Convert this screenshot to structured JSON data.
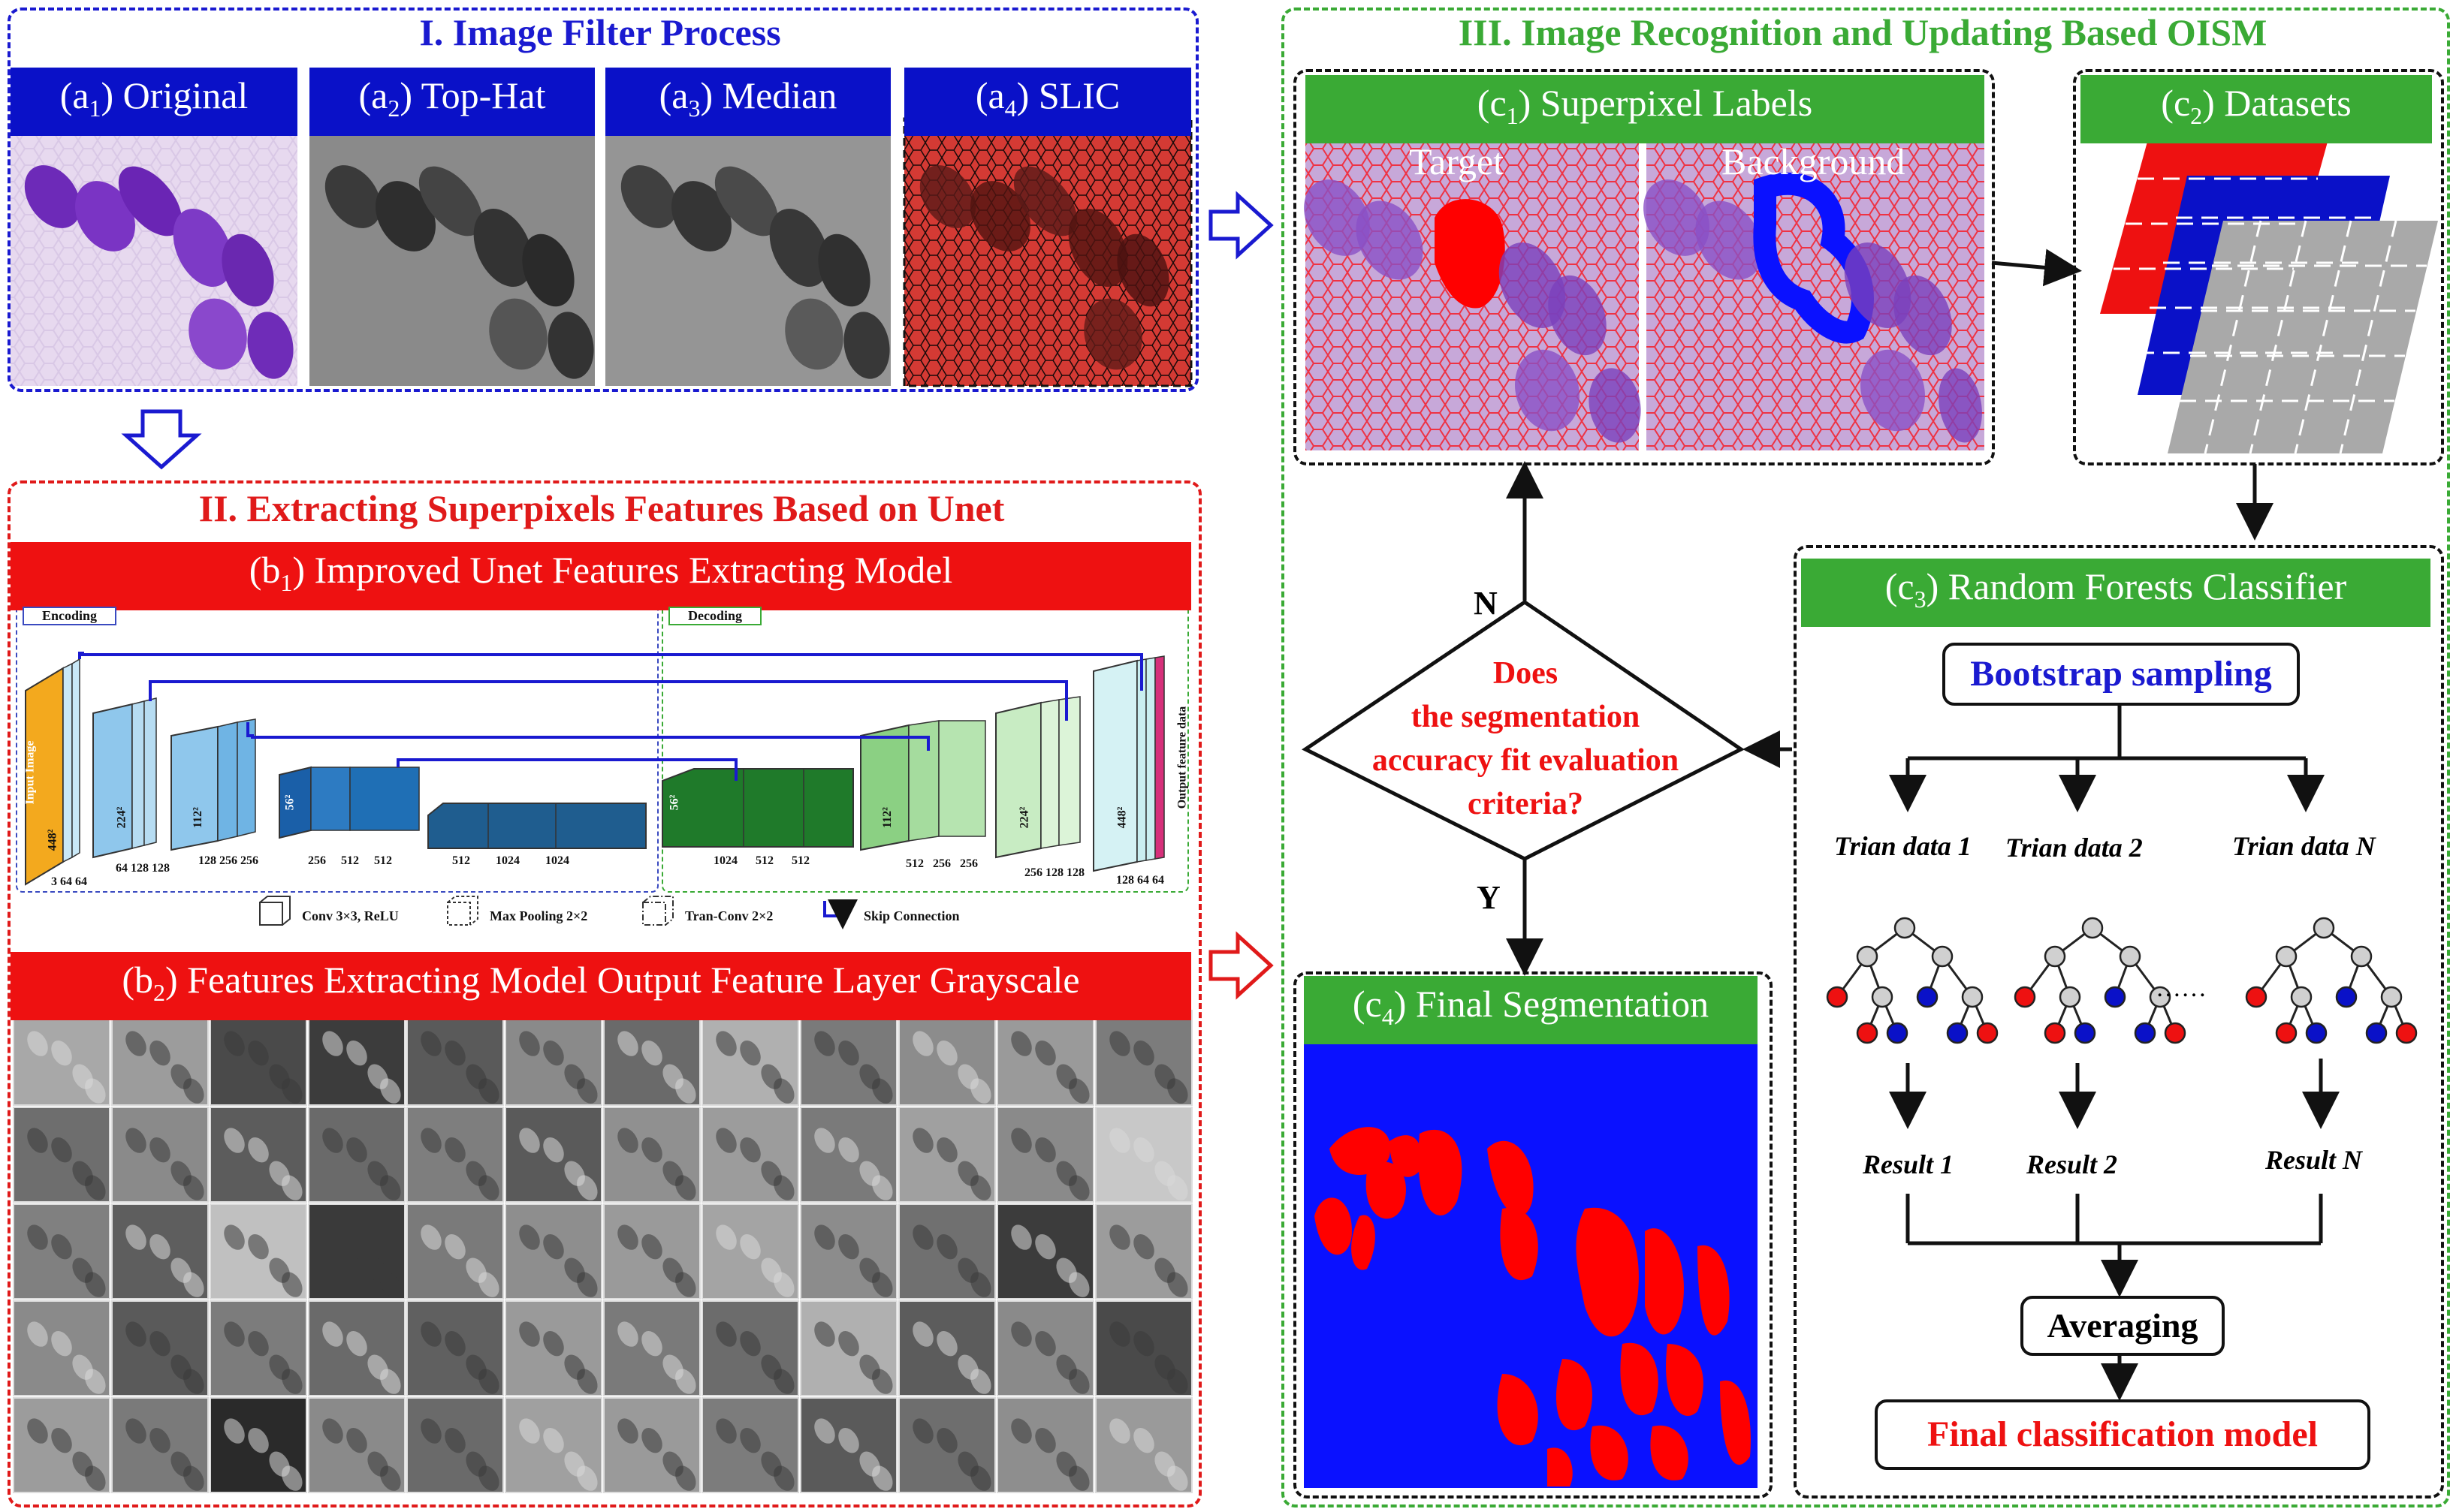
{
  "colors": {
    "blue": "#0a11c8",
    "red": "#ee1111",
    "green": "#3aaa35",
    "purple": "#7b3fc6",
    "gray": "#a9a9a9"
  },
  "section1": {
    "title": "I. Image Filter Process",
    "panels": [
      {
        "pre": "(a",
        "sub": "1",
        "post": ") Original"
      },
      {
        "pre": "(a",
        "sub": "2",
        "post": ") Top-Hat"
      },
      {
        "pre": "(a",
        "sub": "3",
        "post": ") Median"
      },
      {
        "pre": "(a",
        "sub": "4",
        "post": ") SLIC"
      }
    ]
  },
  "section2": {
    "title": "II. Extracting Superpixels Features Based on Unet",
    "b1": {
      "pre": "(b",
      "sub": "1",
      "post": ") Improved Unet Features Extracting Model"
    },
    "b2": {
      "pre": "(b",
      "sub": "2",
      "post": ") Features Extracting Model Output Feature Layer Grayscale"
    },
    "unet": {
      "encoding": "Encoding",
      "decoding": "Decoding",
      "input_image": "Input Image",
      "output_feature": "Output feature data",
      "sizes": [
        "448²",
        "224²",
        "112²",
        "56²",
        "56²",
        "112²",
        "224²",
        "448²"
      ],
      "channel_groups": [
        "3 64 64",
        "64 128 128",
        "128  256  256",
        "256  512  512",
        "512      1024      1024",
        "1024   512   512",
        "512  256  256",
        "256 128 128",
        "128 64 64"
      ],
      "legend": [
        "Conv 3×3, ReLU",
        "Max Pooling 2×2",
        "Tran-Conv 2×2",
        "Skip Connection"
      ]
    }
  },
  "section3": {
    "title": "III. Image Recognition and Updating Based  OISM",
    "c1": {
      "pre": "(c",
      "sub": "1",
      "post": ") Superpixel Labels"
    },
    "c2": {
      "pre": "(c",
      "sub": "2",
      "post": ") Datasets"
    },
    "c3": {
      "pre": "(c",
      "sub": "3",
      "post": ") Random Forests Classifier"
    },
    "c4": {
      "pre": "(c",
      "sub": "4",
      "post": ") Final Segmentation"
    },
    "target": "Target",
    "background": "Background",
    "decision": [
      "Does",
      "the segmentation",
      "accuracy fit evaluation",
      "criteria?"
    ],
    "n_label": "N",
    "y_label": "Y",
    "bootstrap": "Bootstrap sampling",
    "train": [
      "Trian data 1",
      "Trian data 2",
      "Trian data N"
    ],
    "dots": "……",
    "results": [
      "Result 1",
      "Result 2",
      "Result N"
    ],
    "averaging": "Averaging",
    "final_model": "Final classification model"
  }
}
